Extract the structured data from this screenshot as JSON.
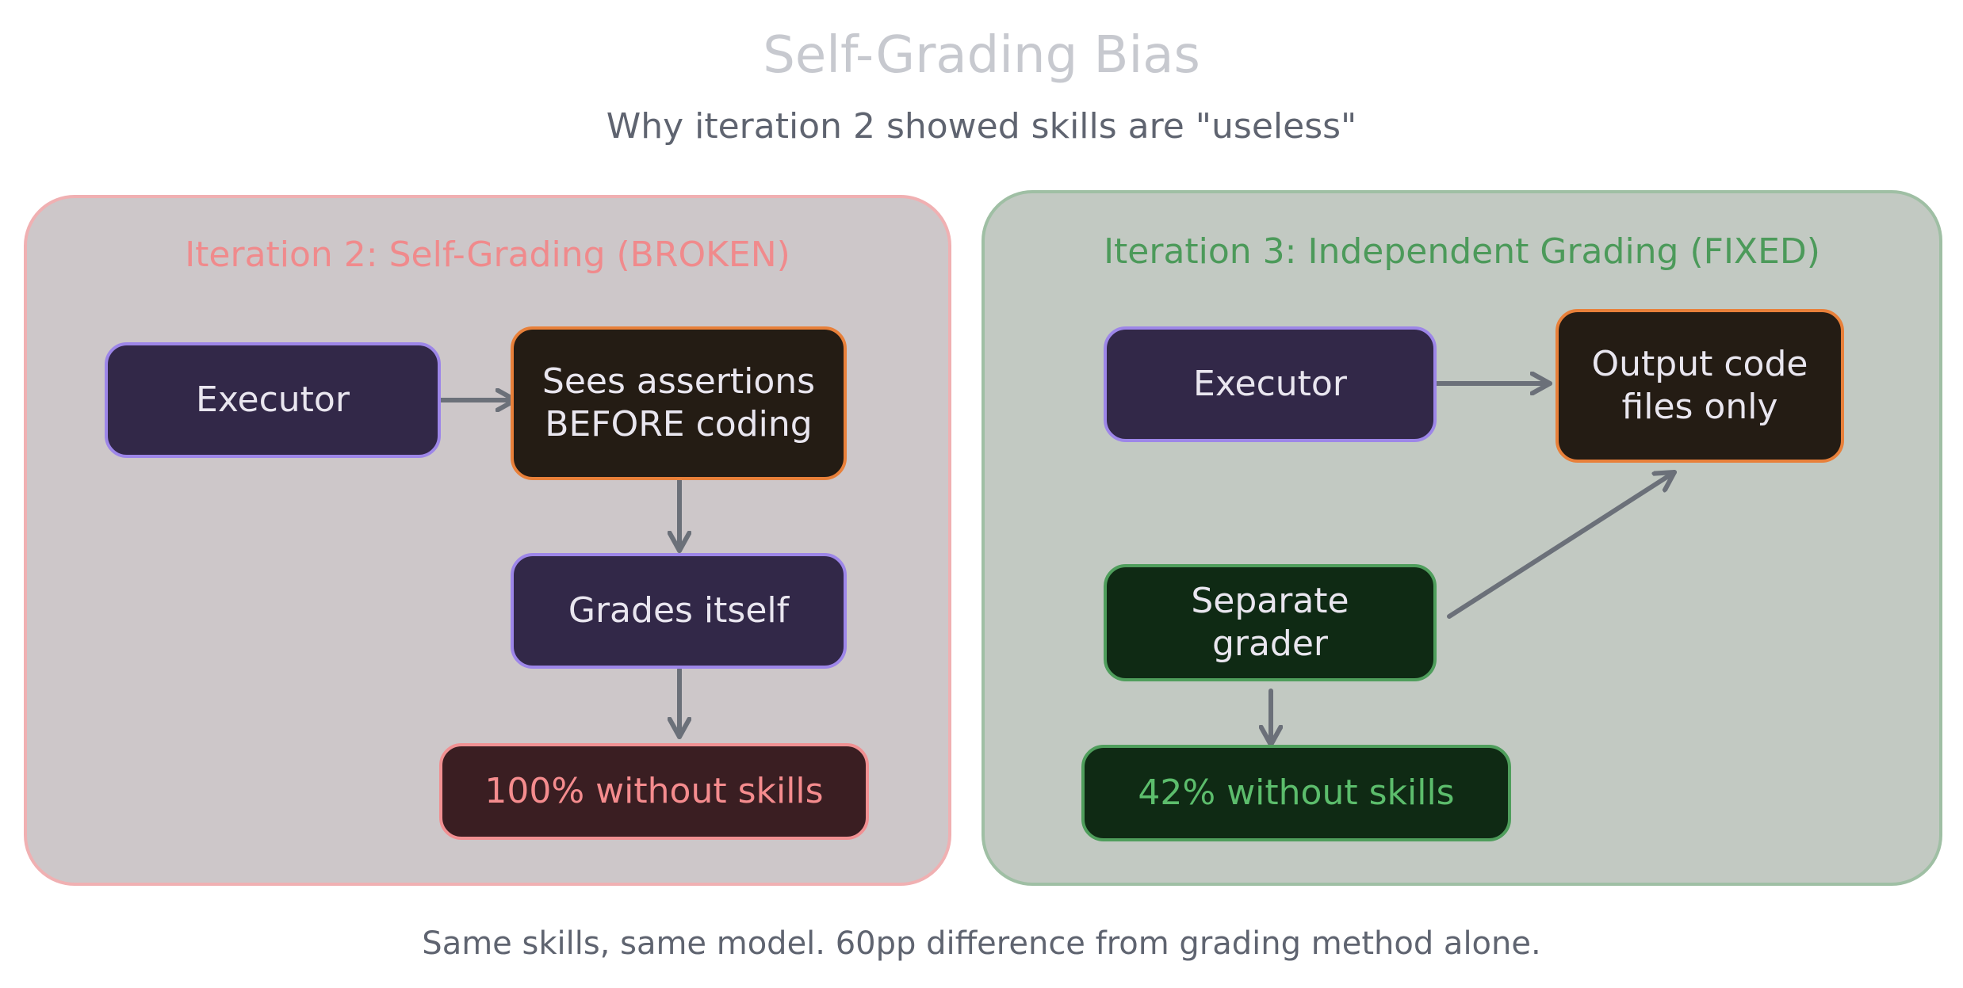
{
  "title": "Self-Grading Bias",
  "subtitle": "Why iteration 2 showed skills are \"useless\"",
  "footer": "Same skills, same model. 60pp difference from grading method alone.",
  "colors": {
    "title": "#c7c9cf",
    "subtitle": "#5f6470",
    "arrow": "#6b7079",
    "left_panel_fill": "#cdc7c9",
    "left_panel_border": "#f0b0b2",
    "left_panel_title": "#f08a8c",
    "right_panel_fill": "#c2c9c2",
    "right_panel_border": "#9fbfa4",
    "right_panel_title": "#4c9a5a",
    "purple_fill": "#322848",
    "purple_border": "#9d86e8",
    "brown_fill": "#241c14",
    "orange_border": "#e8803a",
    "red_fill": "#3a1e22",
    "red_border": "#f09092",
    "red_text": "#f58c8e",
    "green_fill": "#0f2a14",
    "green_border": "#4f9e5c",
    "green_text": "#5cbd6c"
  },
  "left_panel": {
    "title": "Iteration 2: Self-Grading (BROKEN)",
    "executor": "Executor",
    "sees_line1": "Sees assertions",
    "sees_line2": "BEFORE coding",
    "grades": "Grades itself",
    "result": "100% without skills"
  },
  "right_panel": {
    "title": "Iteration 3: Independent Grading (FIXED)",
    "executor": "Executor",
    "output_line1": "Output code",
    "output_line2": "files only",
    "grader_line1": "Separate",
    "grader_line2": "grader",
    "result": "42% without skills"
  }
}
